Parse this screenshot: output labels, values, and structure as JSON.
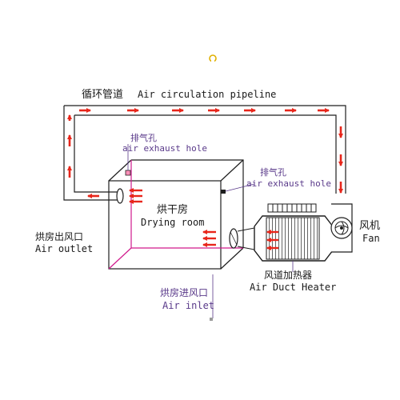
{
  "colors": {
    "arrow": "#e8261b",
    "pipe": "#1e1e1e",
    "room_edge": "#d0198c",
    "annotation_text": "#5a3a8a",
    "hole_fill": "#ff8fb8",
    "top_mark": "#e0b000"
  },
  "labels": {
    "pipeline_cn": "循环管道",
    "pipeline_en": "Air circulation pipeline",
    "exhaust1_cn": "排气孔",
    "exhaust1_en": "air exhaust hole",
    "exhaust2_cn": "排气孔",
    "exhaust2_en": "air exhaust hole",
    "room_cn": "烘干房",
    "room_en": "Drying room",
    "outlet_cn": "烘房出风口",
    "outlet_en": "Air outlet",
    "inlet_cn": "烘房进风口",
    "inlet_en": "Air inlet",
    "heater_cn": "风道加热器",
    "heater_en": "Air Duct Heater",
    "fan_cn": "风机",
    "fan_en": "Fan"
  },
  "icons": {
    "top_mark": "loading-ring-icon",
    "bottom_mark": "small-square-icon"
  }
}
